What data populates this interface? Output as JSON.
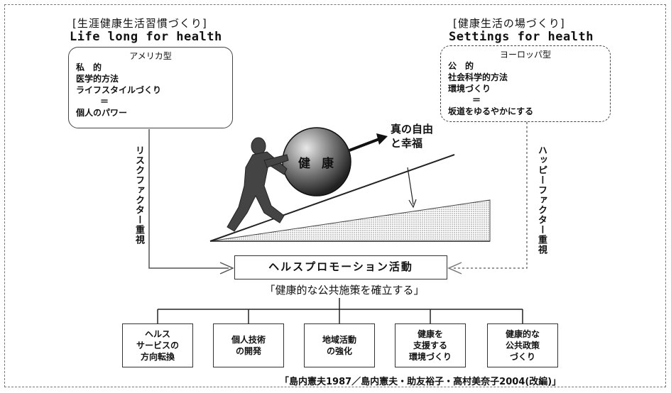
{
  "left_panel": {
    "title_jp": "[生涯健康生活習慣づくり]",
    "title_en": "Life long for health",
    "box_head": "アメリカ型",
    "lines": [
      "私　的",
      "医学的方法",
      "ライフスタイルづくり",
      "＝",
      "個人のパワー"
    ],
    "vertical_label": "リスクファクター重視"
  },
  "right_panel": {
    "title_jp": "[健康生活の場づくり]",
    "title_en": "Settings for health",
    "box_head": "ヨーロッパ型",
    "lines": [
      "公　的",
      "社会科学的方法",
      "環境づくり",
      "＝",
      "坂道をゆるやかにする"
    ],
    "vertical_label": "ハッピーファクター重視"
  },
  "center": {
    "ball_label": "健康",
    "goal_label": [
      "真の自由",
      "と幸福"
    ]
  },
  "promotion": "ヘルスプロモーション活動",
  "policy": "「健康的な公共施策を確立する」",
  "actions": [
    "ヘルス\nサービスの\n方向転換",
    "個人技術\nの開発",
    "地域活動\nの強化",
    "健康を\n支援する\n環境づくり",
    "健康的な\n公共政策\nづくり"
  ],
  "citation": "「島内憲夫1987／島内憲夫・助友裕子・高村美奈子2004(改編)」"
}
